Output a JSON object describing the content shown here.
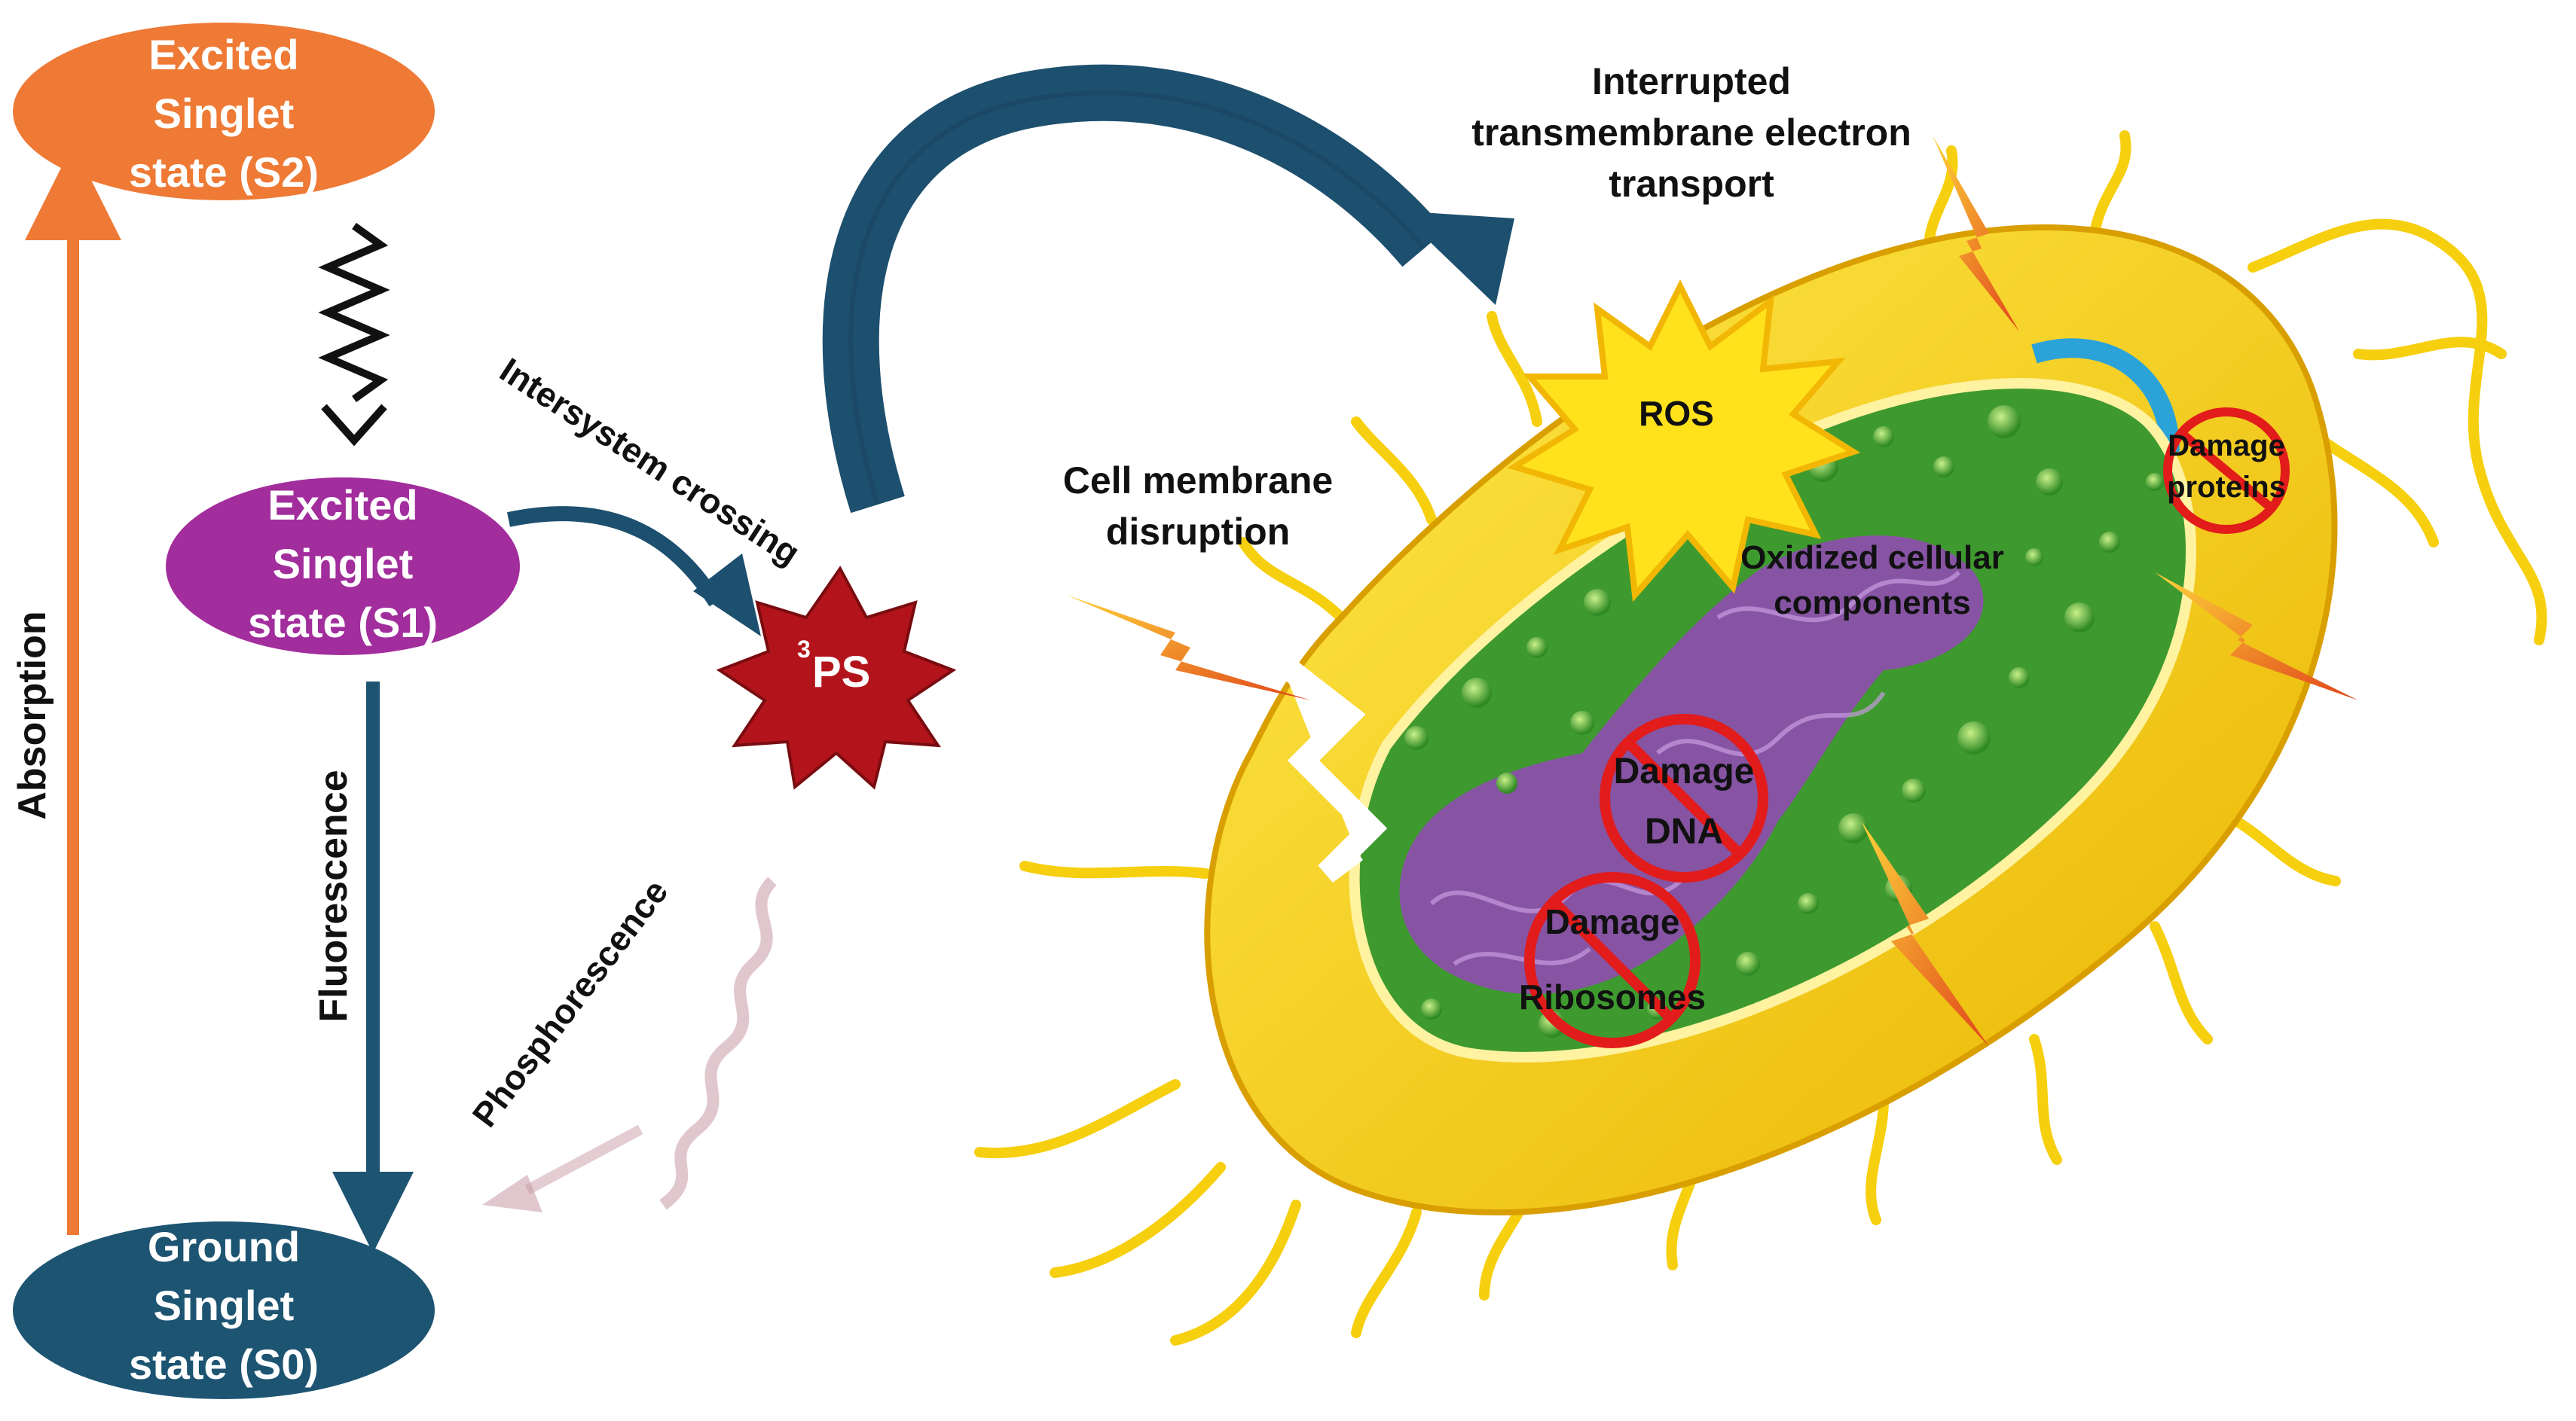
{
  "states": {
    "s2": {
      "lines": [
        "Excited",
        "Singlet",
        "state (S2)"
      ],
      "color": "#EE7A35"
    },
    "s1": {
      "lines": [
        "Excited",
        "Singlet",
        "state (S1)"
      ],
      "color": "#A22D9C"
    },
    "s0": {
      "lines": [
        "Ground",
        "Singlet",
        "state (S0)"
      ],
      "color": "#1D5471"
    }
  },
  "transitions": {
    "absorption": "Absorption",
    "fluorescence": "Fluorescence",
    "phosphorescence": "Phosphorescence",
    "intersystem_crossing": "Intersystem crossing"
  },
  "triplet": {
    "sup": "3",
    "label": "PS",
    "color": "#B3141C"
  },
  "effects": {
    "interrupted_transport": [
      "Interrupted",
      "transmembrane electron",
      "transport"
    ],
    "cell_membrane": [
      "Cell membrane",
      "disruption"
    ],
    "ros": "ROS",
    "oxidized": [
      "Oxidized cellular",
      "components"
    ],
    "damage_proteins": [
      "Damage",
      "proteins"
    ],
    "damage_dna": [
      "Damage",
      "DNA"
    ],
    "damage_ribosomes": [
      "Damage",
      "Ribosomes"
    ]
  },
  "colors": {
    "absorption_arrow": "#EE7A35",
    "fluorescence_arrow": "#1D5471",
    "big_arrow": "#1D4F6E",
    "cell_outer": "#F5D10A",
    "cytoplasm": "#3E9A2E",
    "nucleoid": "#8E4DB0",
    "no_sign": "#E21B1B"
  },
  "icons": [
    "no-sign-icon",
    "lightning-bolt-icon",
    "wavy-arrow-icon"
  ]
}
